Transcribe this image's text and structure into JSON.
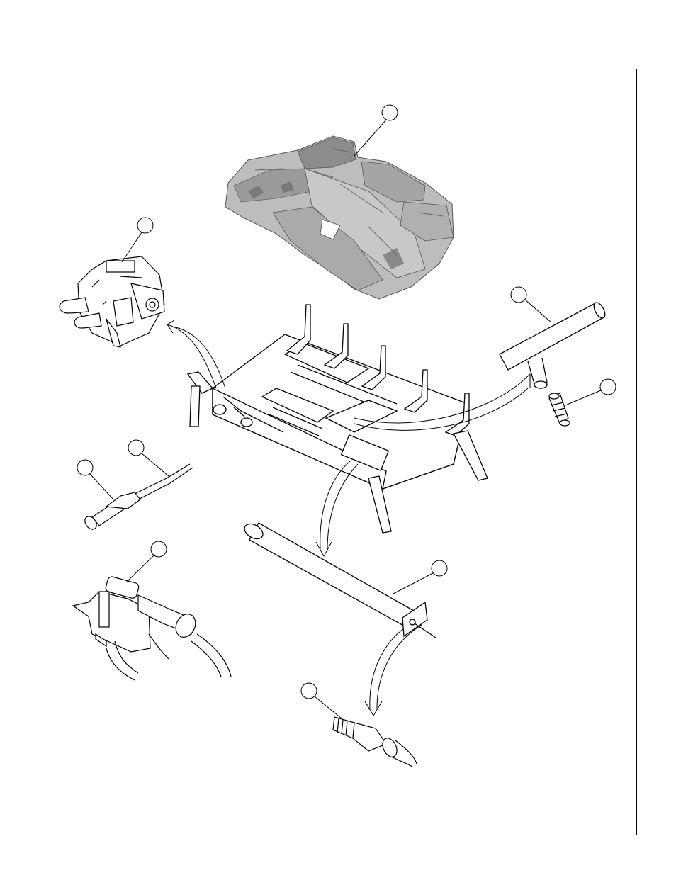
{
  "diagram": {
    "kind": "exploded-parts-view",
    "colors": {
      "line": "#000000",
      "log_fill": "#b8b8b8",
      "log_dark": "#6e6e6e",
      "background": "#ffffff"
    },
    "callouts": [
      {
        "id": "logs",
        "label": ""
      },
      {
        "id": "gas-valve",
        "label": ""
      },
      {
        "id": "burner-tee",
        "label": ""
      },
      {
        "id": "orifice",
        "label": ""
      },
      {
        "id": "thermocouple-tip",
        "label": ""
      },
      {
        "id": "thermocouple-lead",
        "label": ""
      },
      {
        "id": "pilot-assembly",
        "label": ""
      },
      {
        "id": "burner-tube",
        "label": ""
      },
      {
        "id": "main-orifice",
        "label": ""
      }
    ]
  }
}
